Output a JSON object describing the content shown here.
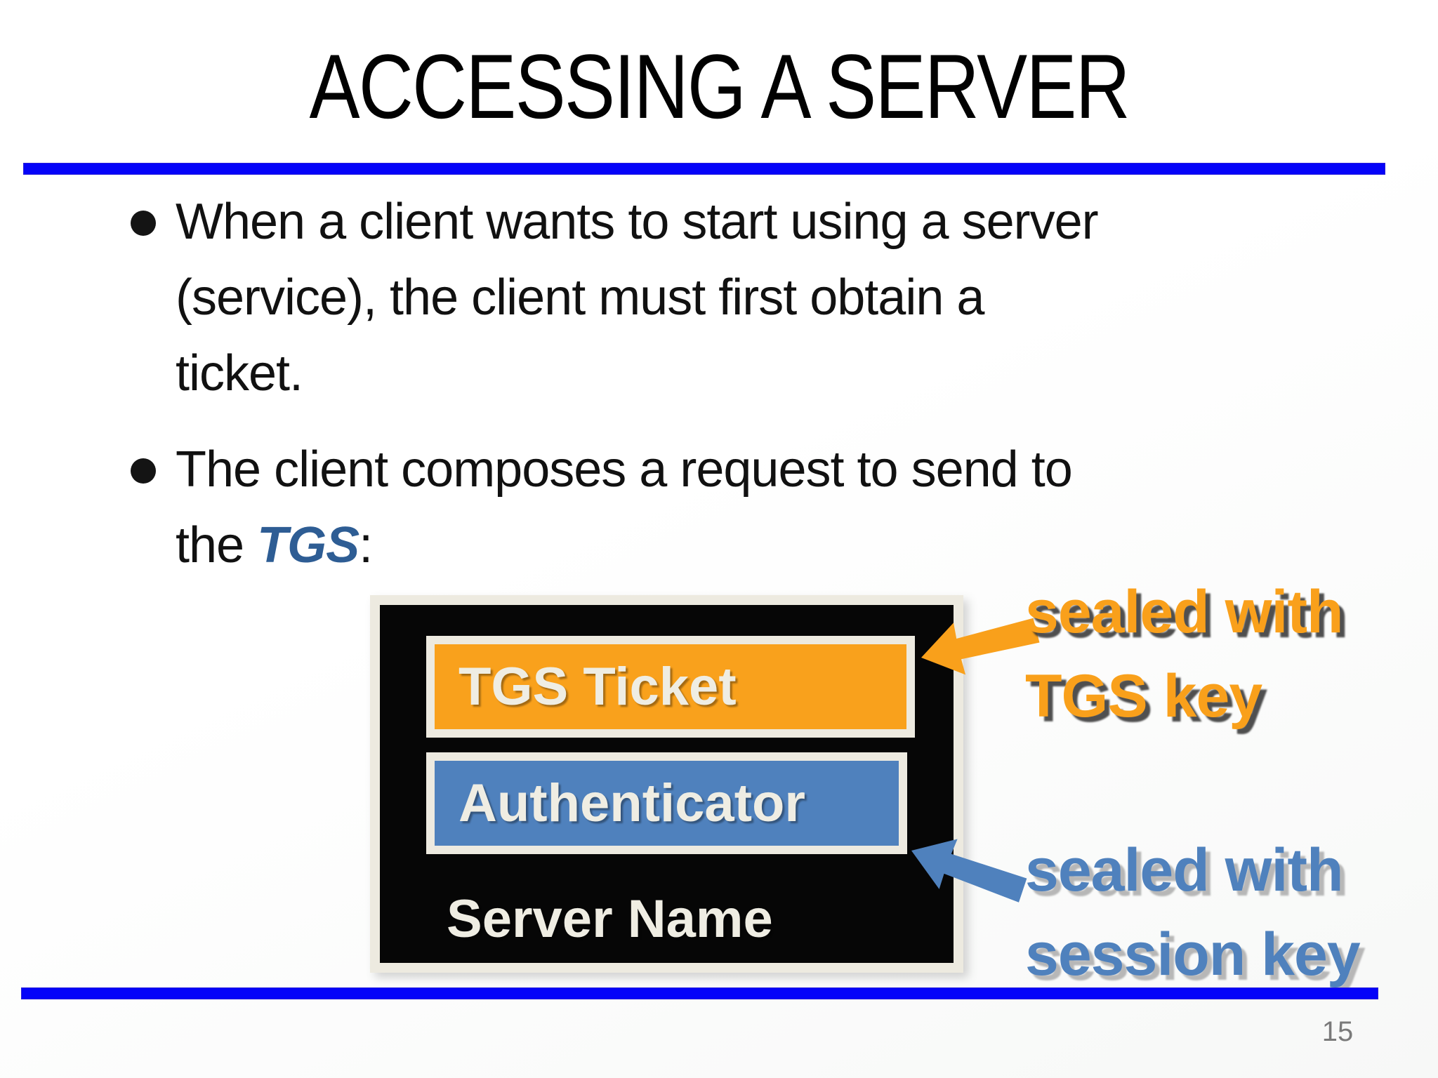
{
  "slide": {
    "title": "ACCESSING A SERVER",
    "page_number": "15",
    "accent_rule_color": "#0503f9"
  },
  "bullets": {
    "bullet1": {
      "line1": "When a client wants to start using a server",
      "line2": "(service), the client must first obtain a",
      "line3": "ticket."
    },
    "bullet2": {
      "line1": "The client composes a request to send to",
      "line2_prefix": "the ",
      "line2_term": "TGS",
      "line2_suffix": ":",
      "term_color": "#2e5d94"
    }
  },
  "diagram": {
    "ticket_label": "TGS Ticket",
    "ticket_fill": "#f9a11c",
    "authenticator_label": "Authenticator",
    "authenticator_fill": "#4f81bd",
    "server_name_label": "Server Name",
    "frame_color": "#edeae0",
    "box_color": "#060606",
    "label_text_color": "#efede3"
  },
  "annotations": {
    "tgs_key": {
      "line1": "sealed with",
      "line2": "TGS key",
      "color": "#f9a01b"
    },
    "session_key": {
      "line1": "sealed with",
      "line2": "session key",
      "color": "#4f81bd"
    }
  }
}
